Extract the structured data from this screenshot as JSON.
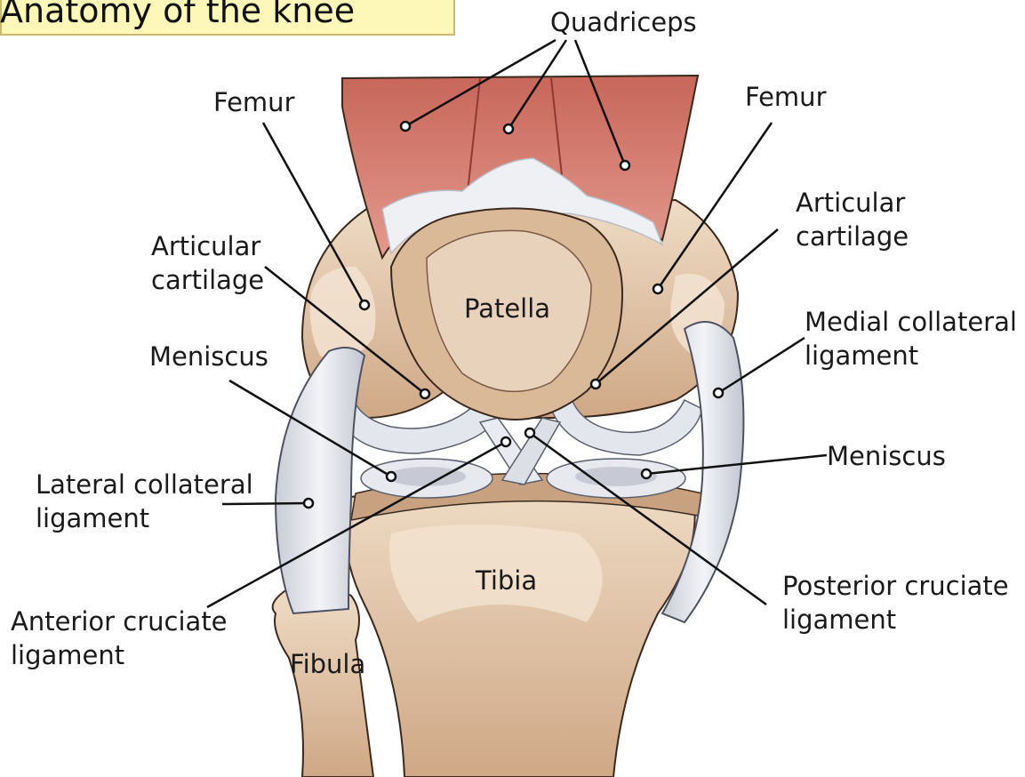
{
  "title": "Anatomy of the knee",
  "labels": {
    "quadriceps": "Quadriceps",
    "femur_left": "Femur",
    "femur_right": "Femur",
    "articular_left": [
      "Articular",
      "cartilage"
    ],
    "articular_right": [
      "Articular",
      "cartilage"
    ],
    "meniscus_left": "Meniscus",
    "meniscus_right": "Meniscus",
    "medial_collateral": [
      "Medial collateral",
      "ligament"
    ],
    "lateral_collateral": [
      "Lateral collateral",
      "ligament"
    ],
    "anterior_cruciate": [
      "Anterior cruciate",
      "ligament"
    ],
    "posterior_cruciate": [
      "Posterior cruciate",
      "ligament"
    ],
    "patella": "Patella",
    "tibia": "Tibia",
    "fibula": "Fibula"
  },
  "colors": {
    "title_bg": "#fdf7b8",
    "muscle": "#d9786c",
    "bone": "#e3c7a6",
    "bone_shadow": "#c7a180",
    "cartilage": "#dfe3ea",
    "ligament": "#e9ebf0",
    "outline": "#3a2a1e"
  }
}
